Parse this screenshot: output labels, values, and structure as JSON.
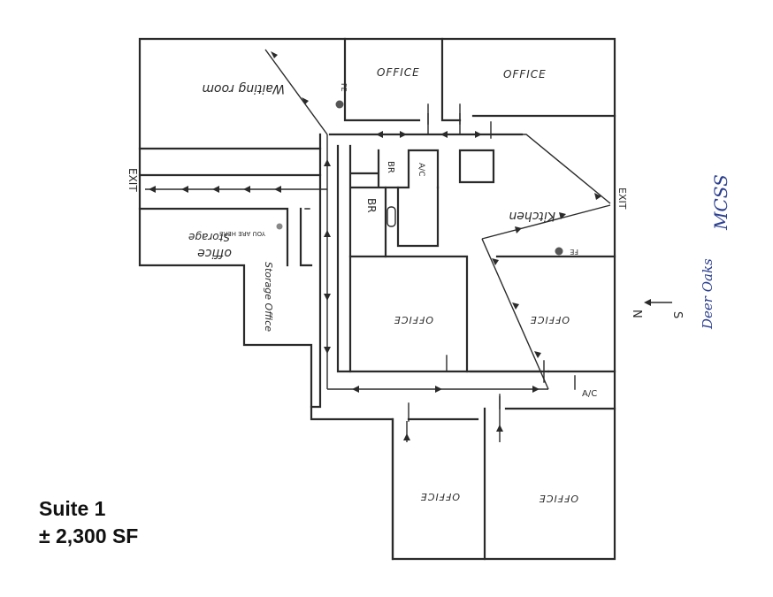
{
  "suite": {
    "name": "Suite 1",
    "area": "± 2,300 SF"
  },
  "rooms": {
    "office_top_left": "OFFICE",
    "office_top_right": "OFFICE",
    "waiting_room": "Waiting room",
    "kitchen": "Kitchen",
    "storage_left": "Storage",
    "office_left_cursive": "office",
    "storage_office": "Storage Office",
    "you_are_here": "YOU ARE HERE",
    "office_mid_left": "OFFICE",
    "office_mid_right": "OFFICE",
    "office_bottom_left": "OFFICE",
    "office_bottom_right": "OFFICE",
    "br_small": "BR",
    "br_large": "BR",
    "ac_small": "A/C"
  },
  "markers": {
    "exit_left": "EXIT",
    "exit_right": "EXIT",
    "fe_top": "FE",
    "fe_right": "FE",
    "ac_bottom": "A/C"
  },
  "compass": {
    "north": "N",
    "south": "S"
  },
  "handwritten_note": {
    "line1": "Deer Oaks",
    "line2": "MCSS"
  },
  "colors": {
    "ink": "#2a2a2a",
    "note_ink": "#2b3f8f"
  }
}
